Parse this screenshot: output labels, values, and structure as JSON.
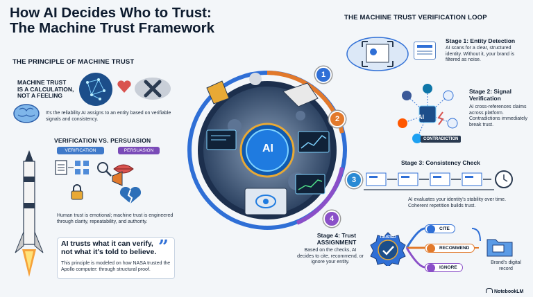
{
  "title": {
    "line1": "How AI Decides Who to Trust:",
    "line2": "The Machine Trust Framework"
  },
  "principle": {
    "heading": "THE PRINCIPLE OF MACHINE TRUST",
    "calc_line1": "MACHINE TRUST",
    "calc_line2": "IS A CALCULATION,",
    "calc_line3": "NOT A FEELING",
    "desc": "It's the reliability AI assigns to an entity based on verifiable signals and consistency.",
    "vs_heading": "VERIFICATION VS. PERSUASION",
    "pill_verification": "VERIFICATION",
    "pill_persuasion": "PERSUASION",
    "human_text": "Human trust is emotional; machine trust is engineered through clarity, repeatability, and authority.",
    "quote_line1": "AI trusts what it can verify,",
    "quote_line2": "not what it's told to believe.",
    "quote_mark": "”",
    "nasa_text": "This principle is modeled on how NASA trusted the Apollo computer: through structural proof."
  },
  "center": {
    "ai_label": "AI"
  },
  "loop": {
    "heading": "THE MACHINE TRUST VERIFICATION LOOP",
    "stages": [
      {
        "num": "1",
        "title": "Stage 1: Entity Detection",
        "desc": "AI scans for a clear, structured identity. Without it, your brand is filtered as noise."
      },
      {
        "num": "2",
        "title": "Stage 2: Signal Verification",
        "desc": "AI cross-references claims across platform. Contradictions immediately break trust."
      },
      {
        "num": "3",
        "title": "Stage 3: Consistency Check",
        "desc": "AI evaluates your identity's stability over time. Coherent repetition builds trust."
      },
      {
        "num": "4",
        "title": "Stage 4: Trust ASSIGNMENT",
        "desc": "Based on the checks, AI decides to cite, recommend, or ignore your entity."
      }
    ],
    "contradiction": "CONTRADICTION",
    "trusted_badge": "TRUSTED",
    "actions": [
      "CITE",
      "RECOMMEND",
      "IGNORE"
    ],
    "record": "Brand's digital record"
  },
  "footer": {
    "brand": "NotebookLM"
  },
  "colors": {
    "stage1": "#2f6fd6",
    "stage2": "#e2792b",
    "stage3": "#2a8ad4",
    "stage4": "#8a4fc8",
    "navy": "#0d1b2e"
  }
}
